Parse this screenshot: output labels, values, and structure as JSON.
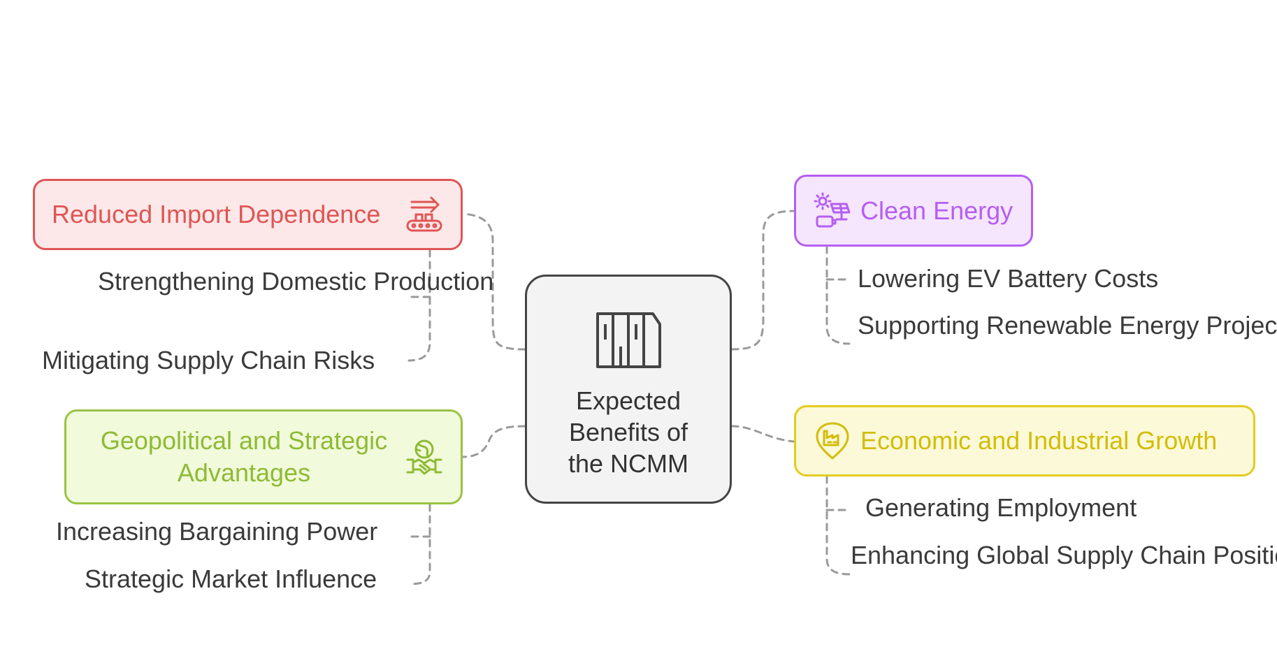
{
  "center": {
    "title": "Expected Benefits of the NCMM",
    "icon": "columns-building-icon"
  },
  "branches": {
    "import": {
      "label": "Reduced Import Dependence",
      "icon": "conveyor-export-icon",
      "color": "#e05555",
      "children": [
        "Strengthening Domestic Production",
        "Mitigating Supply Chain Risks"
      ]
    },
    "clean": {
      "label": "Clean Energy",
      "icon": "solar-energy-icon",
      "color": "#b55ef1",
      "children": [
        "Lowering EV Battery Costs",
        "Supporting Renewable Energy Projects"
      ]
    },
    "geo": {
      "label": "Geopolitical and Strategic Advantages",
      "icon": "globe-handshake-icon",
      "color": "#8fba35",
      "children": [
        "Increasing Bargaining Power",
        "Strategic Market Influence"
      ]
    },
    "econ": {
      "label": "Economic and Industrial Growth",
      "icon": "factory-pin-icon",
      "color": "#d2bd08",
      "children": [
        "Generating Employment",
        "Enhancing Global Supply Chain Position"
      ]
    }
  }
}
